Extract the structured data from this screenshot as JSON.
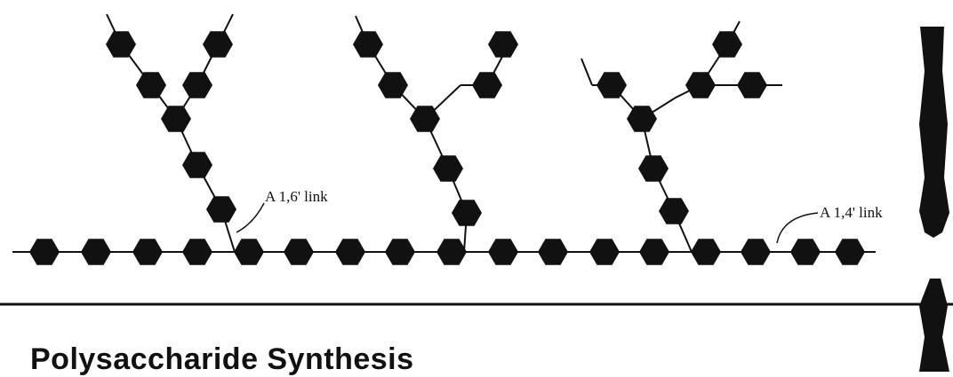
{
  "figure": {
    "labels": {
      "link_16": "A 1,6' link",
      "link_14": "A 1,4' link"
    },
    "section_heading": "Polysaccharide Synthesis",
    "colors": {
      "ink": "#111111",
      "background": "#ffffff"
    }
  }
}
